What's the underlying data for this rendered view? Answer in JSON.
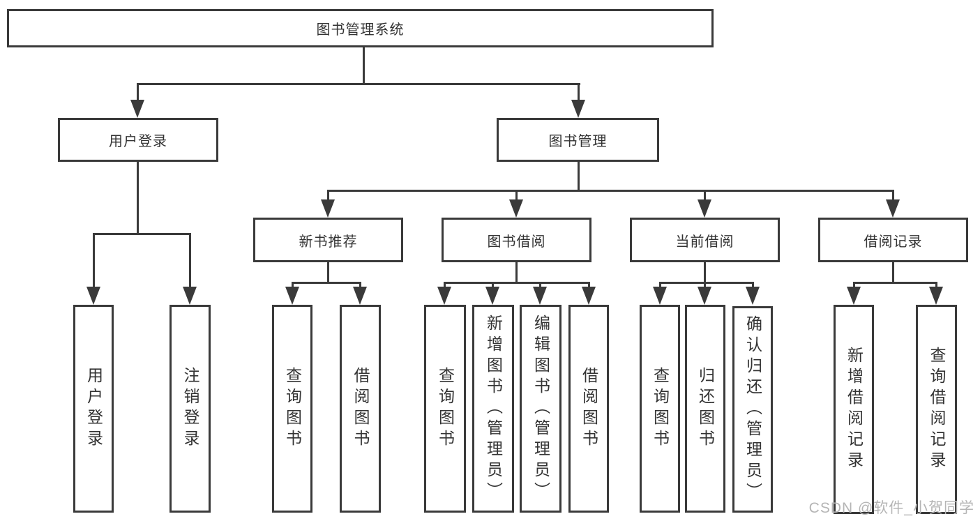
{
  "diagram": {
    "tree": {
      "label": "图书管理系统",
      "children": [
        {
          "label": "用户登录",
          "children": [
            {
              "label": "用户登录"
            },
            {
              "label": "注销登录"
            }
          ]
        },
        {
          "label": "图书管理",
          "children": [
            {
              "label": "新书推荐",
              "children": [
                {
                  "label": "查询图书"
                },
                {
                  "label": "借阅图书"
                }
              ]
            },
            {
              "label": "图书借阅",
              "children": [
                {
                  "label": "查询图书"
                },
                {
                  "label": "新增图书（管理员）"
                },
                {
                  "label": "编辑图书（管理员）"
                },
                {
                  "label": "借阅图书"
                }
              ]
            },
            {
              "label": "当前借阅",
              "children": [
                {
                  "label": "查询图书"
                },
                {
                  "label": "归还图书"
                },
                {
                  "label": "确认归还（管理员）"
                }
              ]
            },
            {
              "label": "借阅记录",
              "children": [
                {
                  "label": "新增借阅记录"
                },
                {
                  "label": "查询借阅记录"
                }
              ]
            }
          ]
        }
      ]
    },
    "watermark": "CSDN @软件_小贺同学",
    "colors": {
      "line": "#3a3a3a",
      "box_border": "#3a3a3a",
      "text": "#333333",
      "watermark": "#b5b5b5",
      "background": "#ffffff"
    }
  }
}
